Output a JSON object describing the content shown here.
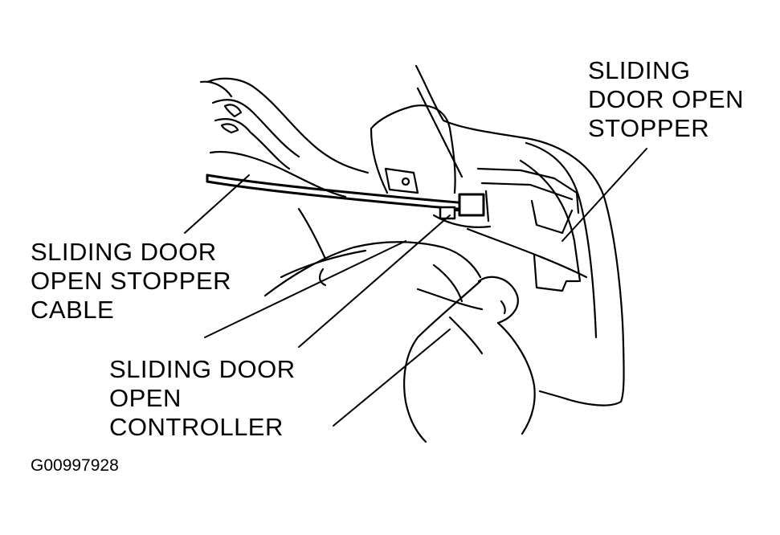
{
  "labels": {
    "stopper": [
      "SLIDING",
      "DOOR OPEN",
      "STOPPER"
    ],
    "cable": [
      "SLIDING DOOR",
      "OPEN STOPPER",
      "CABLE"
    ],
    "controller": [
      "SLIDING DOOR",
      "OPEN",
      "CONTROLLER"
    ]
  },
  "figure_id": "G00997928",
  "colors": {
    "ink": "#000000",
    "paper": "#ffffff"
  }
}
